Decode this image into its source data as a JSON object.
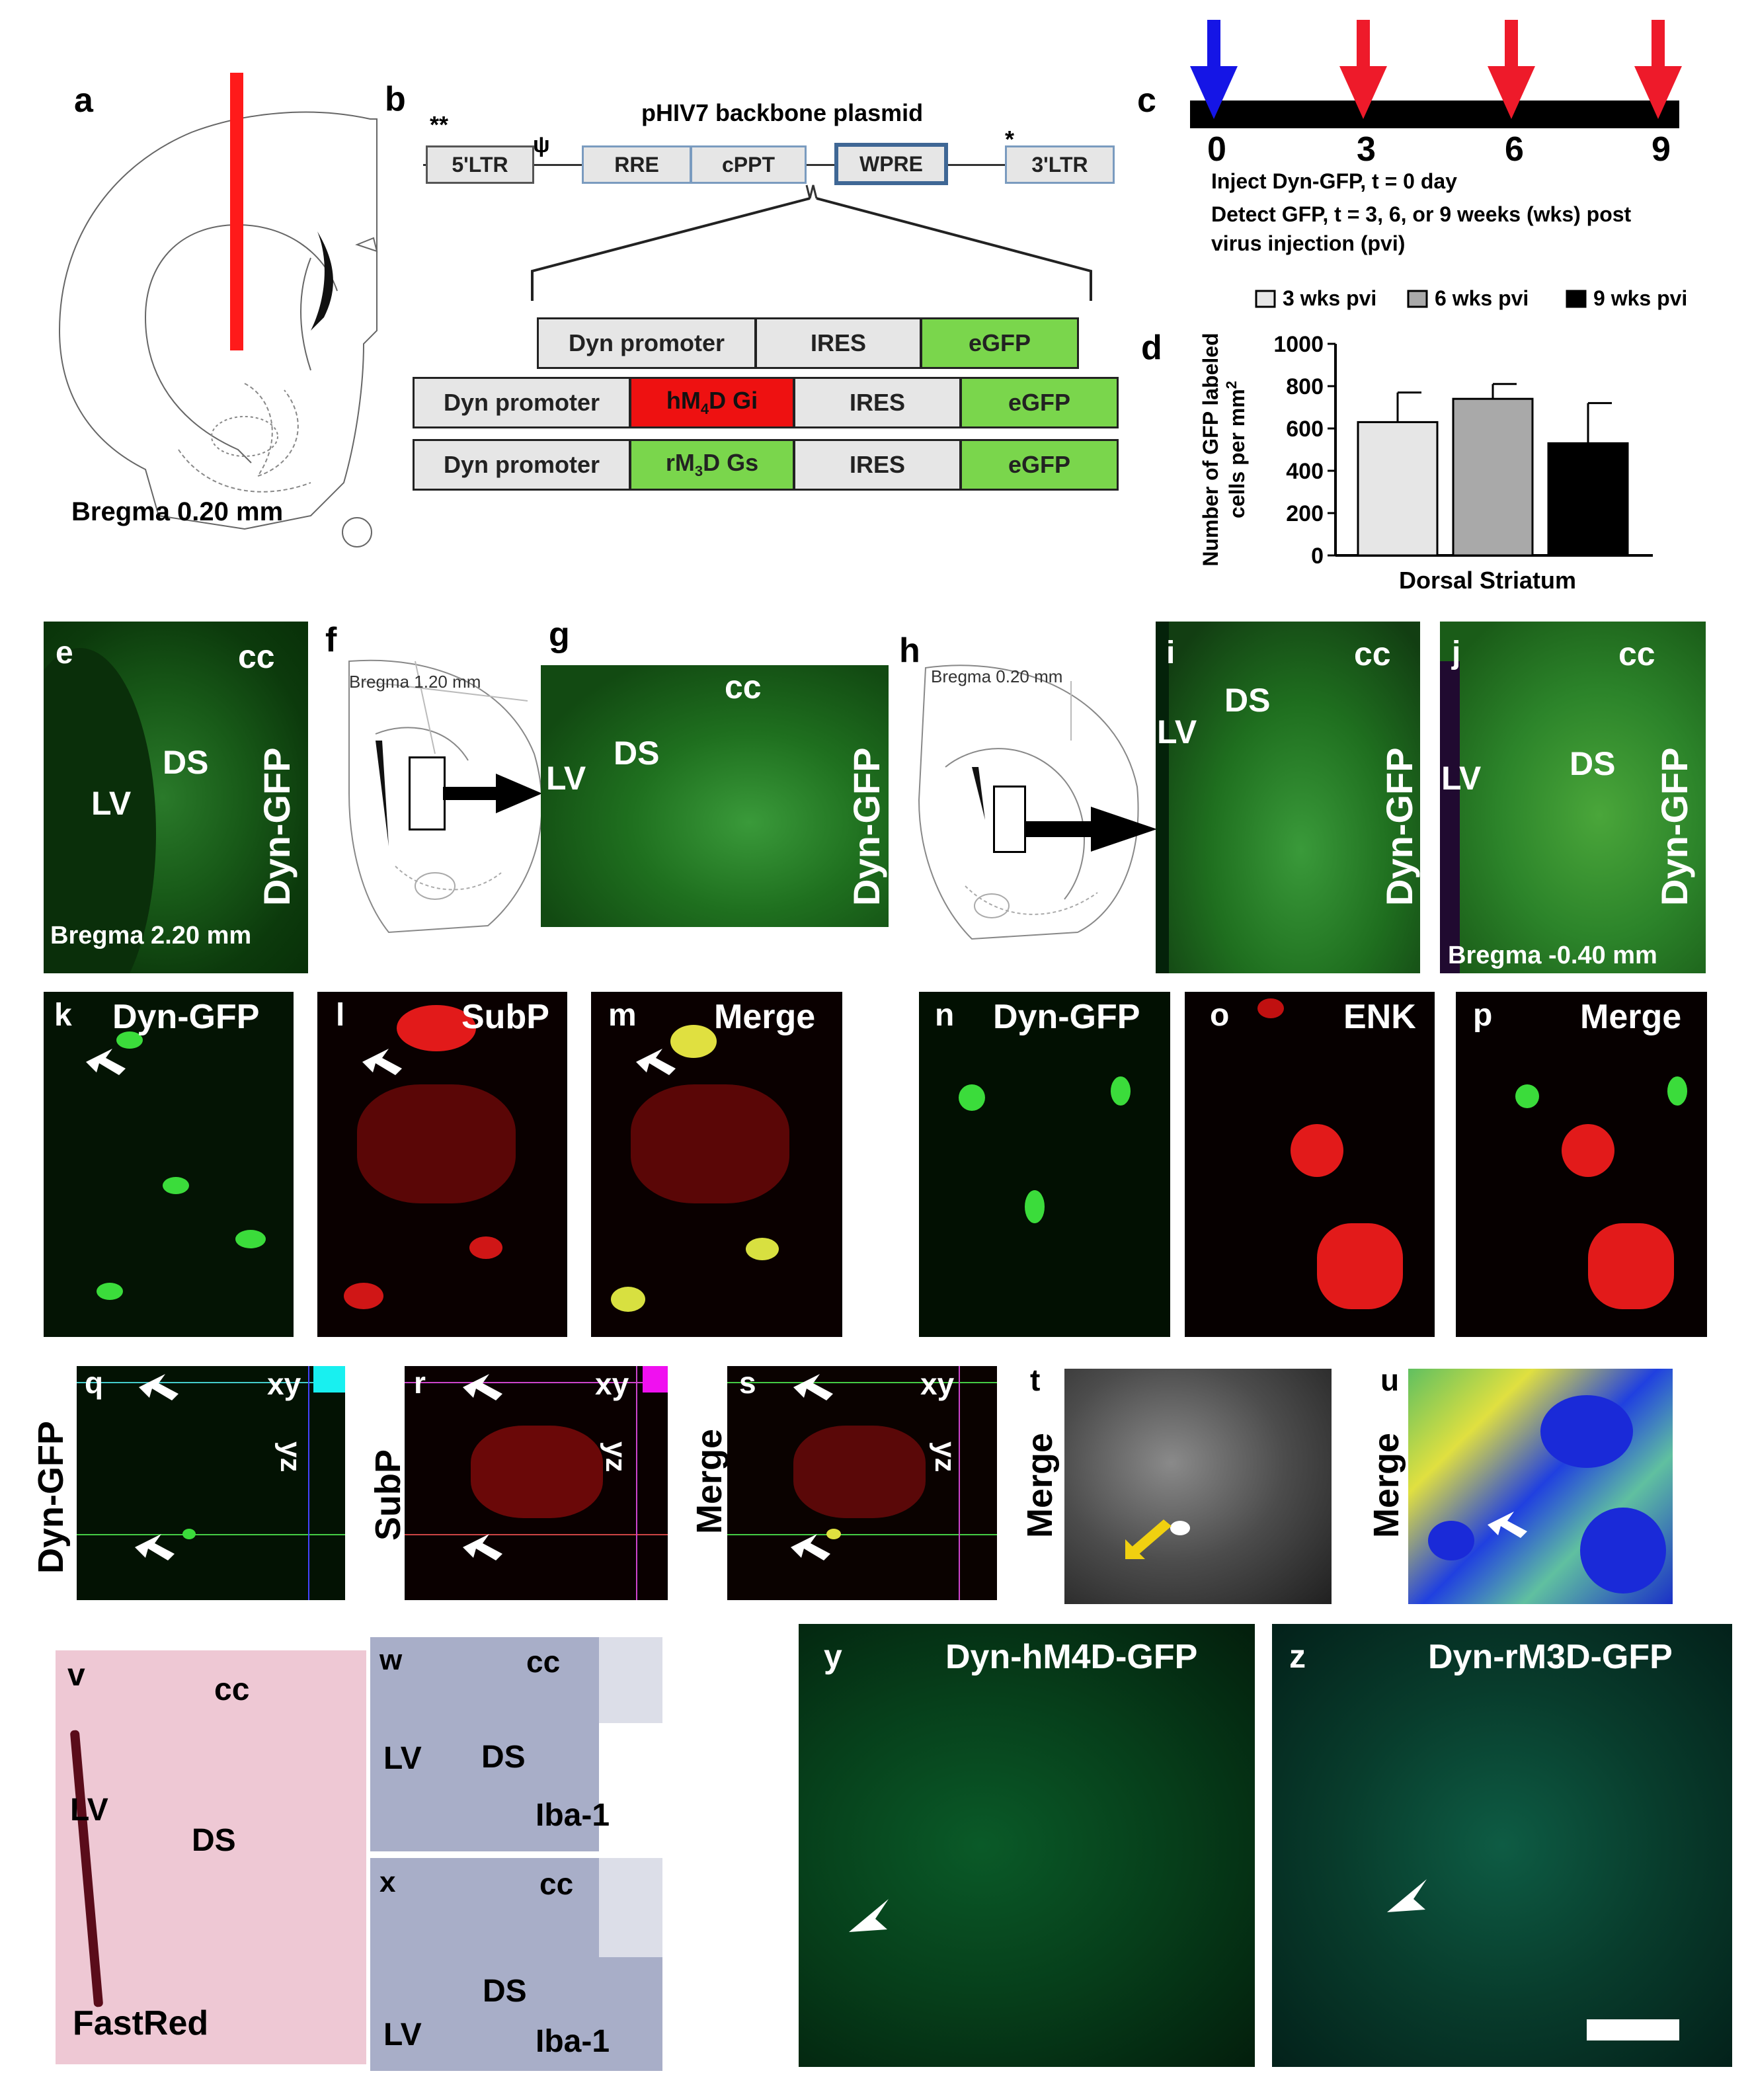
{
  "panels": {
    "a": {
      "letter": "a",
      "bregma": "Bregma 0.20 mm"
    },
    "b": {
      "letter": "b",
      "title": "pHIV7 backbone plasmid",
      "stars_left": "**",
      "psi": "ψ",
      "star_right": "*",
      "segments": [
        "5'LTR",
        "RRE",
        "cPPT",
        "WPRE",
        "3'LTR"
      ],
      "constructs": [
        {
          "promoter": "Dyn promoter",
          "receptor": "",
          "ires": "IRES",
          "reporter": "eGFP"
        },
        {
          "promoter": "Dyn promoter",
          "receptor": "hM4D Gi",
          "ires": "IRES",
          "reporter": "eGFP"
        },
        {
          "promoter": "Dyn promoter",
          "receptor": "rM3D Gs",
          "ires": "IRES",
          "reporter": "eGFP"
        }
      ]
    },
    "c": {
      "letter": "c",
      "ticks": [
        "0",
        "3",
        "6",
        "9"
      ],
      "line1": "Inject Dyn-GFP, t = 0 day",
      "line2": "Detect GFP, t = 3, 6, or 9 weeks (wks) post",
      "line3": "virus injection (pvi)"
    },
    "d": {
      "letter": "d"
    },
    "e": {
      "letter": "e",
      "cc": "cc",
      "ds": "DS",
      "lv": "LV",
      "label": "Dyn-GFP",
      "bregma": "Bregma 2.20 mm"
    },
    "f": {
      "letter": "f",
      "bregma": "Bregma 1.20 mm"
    },
    "g": {
      "letter": "g",
      "cc": "cc",
      "ds": "DS",
      "lv": "LV",
      "label": "Dyn-GFP"
    },
    "h": {
      "letter": "h",
      "bregma": "Bregma 0.20 mm"
    },
    "i": {
      "letter": "i",
      "cc": "cc",
      "ds": "DS",
      "lv": "LV",
      "label": "Dyn-GFP"
    },
    "j": {
      "letter": "j",
      "cc": "cc",
      "ds": "DS",
      "lv": "LV",
      "label": "Dyn-GFP",
      "bregma": "Bregma -0.40 mm"
    },
    "k": {
      "letter": "k",
      "label": "Dyn-GFP"
    },
    "l": {
      "letter": "l",
      "label": "SubP"
    },
    "m": {
      "letter": "m",
      "label": "Merge"
    },
    "n": {
      "letter": "n",
      "label": "Dyn-GFP"
    },
    "o": {
      "letter": "o",
      "label": "ENK"
    },
    "p": {
      "letter": "p",
      "label": "Merge"
    },
    "q": {
      "letter": "q",
      "xy": "xy",
      "yz": "yz",
      "side": "Dyn-GFP"
    },
    "r": {
      "letter": "r",
      "xy": "xy",
      "yz": "yz",
      "side": "SubP"
    },
    "s": {
      "letter": "s",
      "xy": "xy",
      "yz": "yz",
      "side": "Merge"
    },
    "t": {
      "letter": "t",
      "side": "Merge"
    },
    "u": {
      "letter": "u",
      "side": "Merge"
    },
    "v": {
      "letter": "v",
      "cc": "cc",
      "lv": "LV",
      "ds": "DS",
      "label": "FastRed"
    },
    "w": {
      "letter": "w",
      "cc": "cc",
      "lv": "LV",
      "ds": "DS",
      "label": "Iba-1"
    },
    "x": {
      "letter": "x",
      "cc": "cc",
      "lv": "LV",
      "ds": "DS",
      "label": "Iba-1"
    },
    "y": {
      "letter": "y",
      "label": "Dyn-hM4D-GFP"
    },
    "z": {
      "letter": "z",
      "label": "Dyn-rM3D-GFP"
    }
  },
  "chart_data": {
    "type": "bar",
    "categories": [
      "Dorsal Striatum"
    ],
    "series": [
      {
        "name": "3 wks pvi",
        "values": [
          630
        ],
        "error": [
          140
        ],
        "color": "#e6e6e6"
      },
      {
        "name": "6 wks pvi",
        "values": [
          740
        ],
        "error": [
          70
        ],
        "color": "#a9a9a9"
      },
      {
        "name": "9 wks pvi",
        "values": [
          530
        ],
        "error": [
          190
        ],
        "color": "#000000"
      }
    ],
    "ylabel": "Number of GFP labeled cells per mm2",
    "xlabel": "Dorsal Striatum",
    "ylim": [
      0,
      1000
    ],
    "yticks": [
      "0",
      "200",
      "400",
      "600",
      "800",
      "1000"
    ],
    "legend": "top"
  }
}
